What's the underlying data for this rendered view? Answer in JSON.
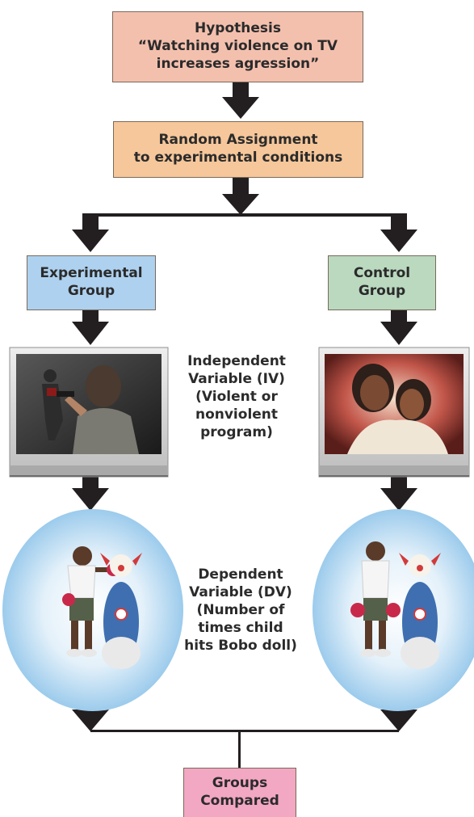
{
  "hypothesis": {
    "title": "Hypothesis",
    "text": "“Watching violence on TV increases agression”"
  },
  "random_assignment": {
    "title": "Random Assignment",
    "subtitle": "to experimental conditions"
  },
  "experimental_group": {
    "line1": "Experimental",
    "line2": "Group"
  },
  "control_group": {
    "line1": "Control",
    "line2": "Group"
  },
  "independent_variable": {
    "line1": "Independent",
    "line2": "Variable (IV)",
    "line3": "(Violent or",
    "line4": "nonviolent",
    "line5": "program)"
  },
  "dependent_variable": {
    "line1": "Dependent",
    "line2": "Variable (DV)",
    "line3": "(Number of",
    "line4": "times child",
    "line5": "hits Bobo doll)"
  },
  "groups_compared": {
    "line1": "Groups",
    "line2": "Compared"
  },
  "colors": {
    "hypothesis": "#f4c0ae",
    "random_assignment": "#f6c79a",
    "experimental": "#aed1ef",
    "control": "#bad9bf",
    "compared": "#f2a7c3",
    "arrow": "#231f20"
  }
}
